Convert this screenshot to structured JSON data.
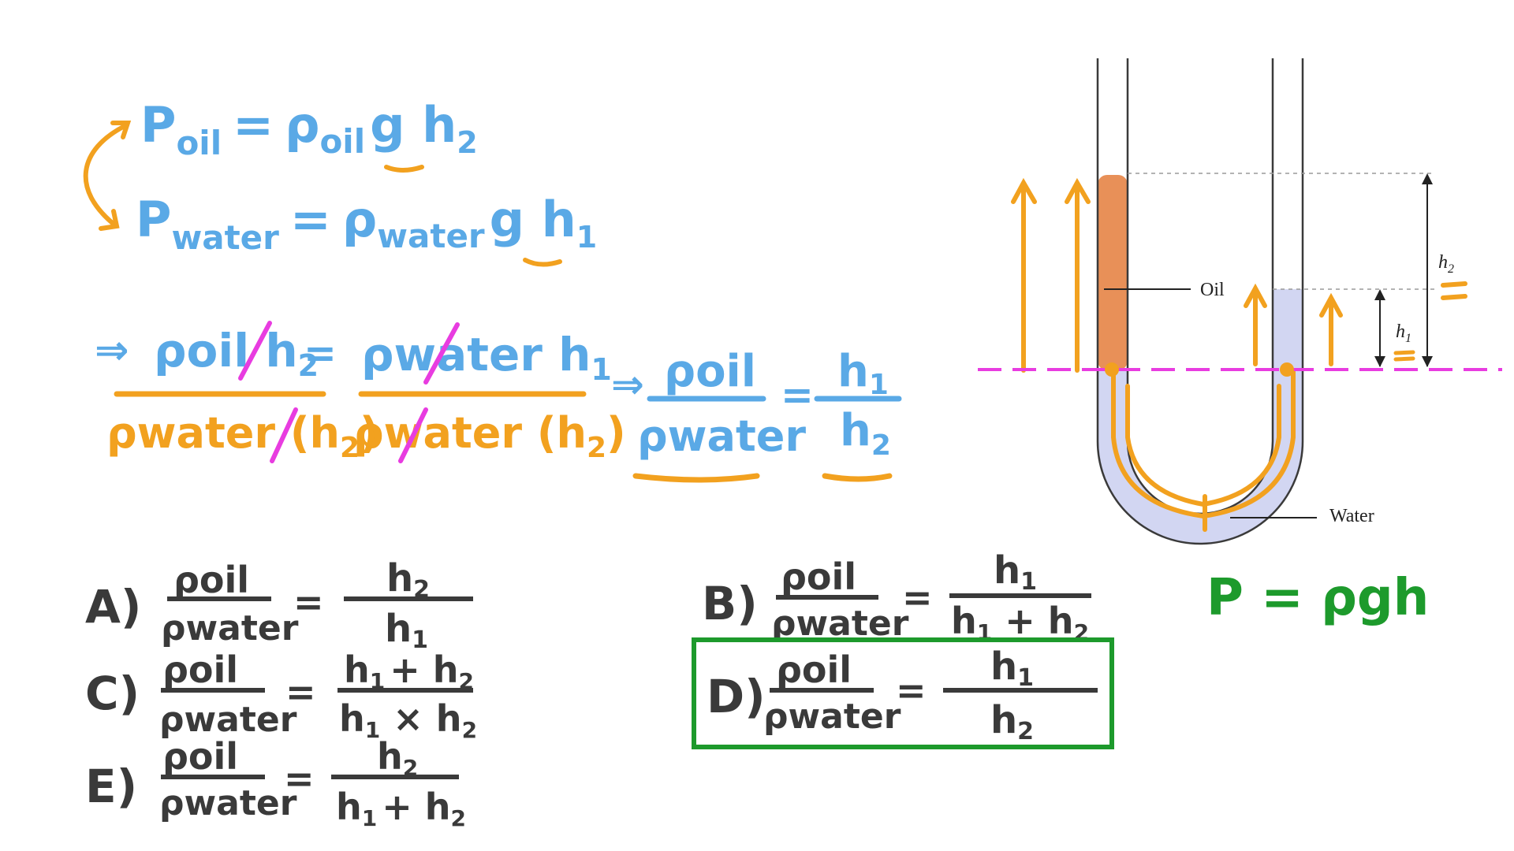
{
  "colors": {
    "blue": "#5aa9e6",
    "orange": "#f2a11f",
    "magenta": "#e83ce0",
    "green": "#1d9a2c",
    "dark": "#3a3a3a",
    "oil": "#e89058",
    "water": "#d2d6f2"
  },
  "notes": {
    "eq1": {
      "lhs": "P",
      "lhs_sub": "oil",
      "rhs_rho": "ρ",
      "rhs_sub": "oil",
      "rhs_tail": "g h",
      "rhs_tail_sub": "2"
    },
    "eq2": {
      "lhs": "P",
      "lhs_sub": "water",
      "rhs_rho": "ρ",
      "rhs_sub": "water",
      "rhs_tail": "g h",
      "rhs_tail_sub": "1"
    },
    "deriv": {
      "arrow": "⇒",
      "num1": "ρoil h",
      "num1_sub": "2",
      "den1": "ρwater (h",
      "den1_sub": "2",
      "den1_close": ")",
      "num2": "ρwater h",
      "num2_sub": "1",
      "den2": "ρwater (h",
      "den2_sub": "2",
      "den2_close": ")",
      "equals": "=",
      "res_num": "ρoil",
      "res_den": "ρwater",
      "res_rhs_num": "h",
      "res_rhs_num_sub": "1",
      "res_rhs_den": "h",
      "res_rhs_den_sub": "2"
    },
    "formula": "P = ρgh"
  },
  "options": [
    {
      "letter": "A)",
      "lhs_num": "ρoil",
      "lhs_den": "ρwater",
      "rhs_num": "h",
      "rhs_num_sub": "2",
      "rhs_den": "h",
      "rhs_den_sub": "1"
    },
    {
      "letter": "B)",
      "lhs_num": "ρoil",
      "lhs_den": "ρwater",
      "rhs_num": "h",
      "rhs_num_sub": "1",
      "rhs_den": "h",
      "rhs_den_sub": "1",
      "rhs_den_extra": " + h",
      "rhs_den_extra_sub": "2"
    },
    {
      "letter": "C)",
      "lhs_num": "ρoil",
      "lhs_den": "ρwater",
      "rhs_num": "h",
      "rhs_num_sub": "1",
      "rhs_num_extra": "+ h",
      "rhs_num_extra_sub": "2",
      "rhs_den": "h",
      "rhs_den_sub": "1",
      "rhs_den_extra": " × h",
      "rhs_den_extra_sub": "2"
    },
    {
      "letter": "D)",
      "lhs_num": "ρoil",
      "lhs_den": "ρwater",
      "rhs_num": "h",
      "rhs_num_sub": "1",
      "rhs_den": "h",
      "rhs_den_sub": "2"
    },
    {
      "letter": "E)",
      "lhs_num": "ρoil",
      "lhs_den": "ρwater",
      "rhs_num": "h",
      "rhs_num_sub": "2",
      "rhs_den": "h",
      "rhs_den_sub": "1",
      "rhs_den_extra": "+ h",
      "rhs_den_extra_sub": "2"
    }
  ],
  "selected_option": "D)",
  "diagram": {
    "oil_label": "Oil",
    "water_label": "Water",
    "h1_label": "h",
    "h1_sub": "1",
    "h2_label": "h",
    "h2_sub": "2"
  }
}
